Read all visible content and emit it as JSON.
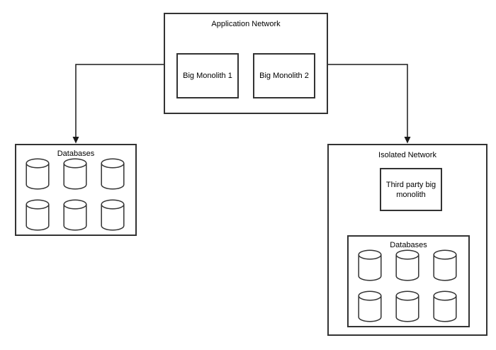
{
  "diagram": {
    "colors": {
      "background": "#ffffff",
      "stroke": "#333333",
      "connector": "#1a1a1a",
      "shape_fill": "#ffffff",
      "text": "#000000"
    },
    "nodes": {
      "application_network": {
        "label": "Application Network",
        "type": "container"
      },
      "big_monolith_1": {
        "label": "Big Monolith 1",
        "type": "box"
      },
      "big_monolith_2": {
        "label": "Big Monolith 2",
        "type": "box"
      },
      "databases_left": {
        "label": "Databases",
        "type": "container",
        "cylinder_count": 6
      },
      "isolated_network": {
        "label": "Isolated Network",
        "type": "container"
      },
      "third_party_monolith": {
        "label": "Third party big monolith",
        "type": "box"
      },
      "databases_isolated": {
        "label": "Databases",
        "type": "container",
        "cylinder_count": 6
      }
    },
    "edges": [
      {
        "from": "application_network",
        "to": "databases_left",
        "style": "arrow"
      },
      {
        "from": "application_network",
        "to": "isolated_network",
        "style": "arrow"
      },
      {
        "from": "third_party_monolith",
        "to": "databases_isolated",
        "style": "arrow"
      }
    ]
  }
}
